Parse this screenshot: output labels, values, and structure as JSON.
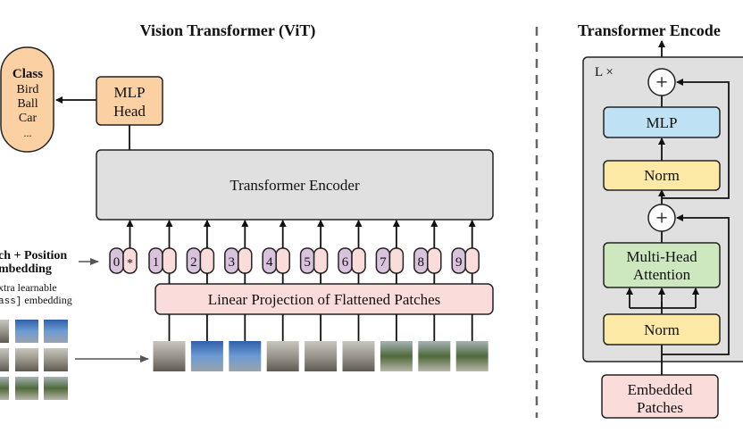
{
  "vit": {
    "title": "Vision Transformer (ViT)",
    "class_box": {
      "heading": "Class",
      "items": [
        "Bird",
        "Ball",
        "Car",
        "..."
      ]
    },
    "mlp_head": [
      "MLP",
      "Head"
    ],
    "encoder_label": "Transformer Encoder",
    "linear_projection": "Linear Projection of Flattened Patches",
    "tokens": [
      "0",
      "1",
      "2",
      "3",
      "4",
      "5",
      "6",
      "7",
      "8",
      "9"
    ],
    "class_token_symbol": "*",
    "legend": {
      "patch_position_line1": "ch + Position",
      "patch_position_line2": "mbedding",
      "extra_line1": "xtra learnable",
      "extra_line2_mono": "ass]",
      "extra_line2_rest": " embedding"
    }
  },
  "encoder_detail": {
    "title": "Transformer Encode",
    "repeat_label": "L ×",
    "plus": "+",
    "mlp": "MLP",
    "norm": "Norm",
    "attention": [
      "Multi-Head",
      "Attention"
    ],
    "embedded_patches": [
      "Embedded",
      "Patches"
    ]
  },
  "colors": {
    "orange": "#fbd0a2",
    "gray": "#e0e0e0",
    "pink": "#fadcda",
    "purple": "#d8c2dc",
    "blue": "#bfe1f4",
    "yellow": "#fde9a6",
    "green": "#cde8bf"
  }
}
